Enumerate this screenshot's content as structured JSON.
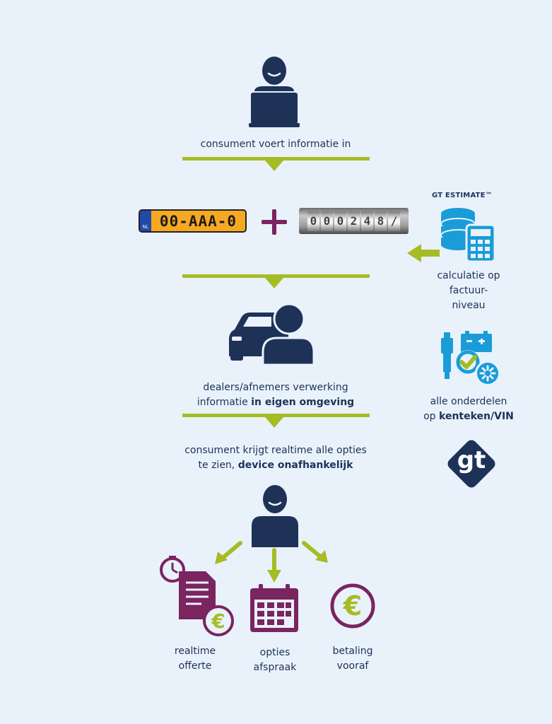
{
  "step1": {
    "label": "consument voert informatie in"
  },
  "plate": {
    "text": "00-AAA-0",
    "country": "NL"
  },
  "odometer": {
    "digits": [
      "0",
      "0",
      "0",
      "2",
      "4",
      "8",
      "/"
    ]
  },
  "step2": {
    "label_line1": "dealers/afnemers verwerking",
    "label_line2_plain": "informatie ",
    "label_line2_bold": "in eigen omgeving"
  },
  "step3": {
    "label_line1": "consument krijgt realtime alle opties",
    "label_line2_plain": "te zien, ",
    "label_line2_bold": "device onafhankelijk"
  },
  "sidebar": {
    "title": "GT ESTIMATE™",
    "calc_line1": "calculatie op",
    "calc_line2": "factuur-",
    "calc_line3": "niveau",
    "parts_line1": "alle onderdelen",
    "parts_line2_plain": "op ",
    "parts_line2_bold": "kenteken/VIN",
    "logo_text": "gt"
  },
  "outcomes": [
    {
      "line1": "realtime",
      "line2": "offerte"
    },
    {
      "line1": "opties",
      "line2": "afspraak"
    },
    {
      "line1": "betaling",
      "line2": "vooraf"
    }
  ],
  "colors": {
    "navy": "#1e3258",
    "green": "#a6bc24",
    "purple": "#7a2460",
    "blue": "#1a9cd8",
    "plate": "#f7a823"
  }
}
